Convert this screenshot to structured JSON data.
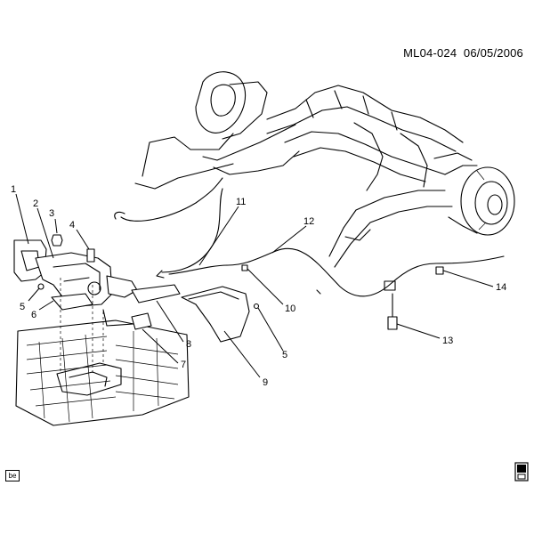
{
  "header": {
    "diagram_id": "ML04-024",
    "date": "06/05/2006"
  },
  "footer": {
    "badge": "be",
    "book_icon": "service-manual-icon"
  },
  "callouts": [
    {
      "label": "1"
    },
    {
      "label": "2"
    },
    {
      "label": "3"
    },
    {
      "label": "4"
    },
    {
      "label": "5"
    },
    {
      "label": "6"
    },
    {
      "label": "7"
    },
    {
      "label": "8"
    },
    {
      "label": "9"
    },
    {
      "label": "10"
    },
    {
      "label": "11"
    },
    {
      "label": "12"
    },
    {
      "label": "13"
    },
    {
      "label": "14"
    },
    {
      "label": "5"
    }
  ]
}
